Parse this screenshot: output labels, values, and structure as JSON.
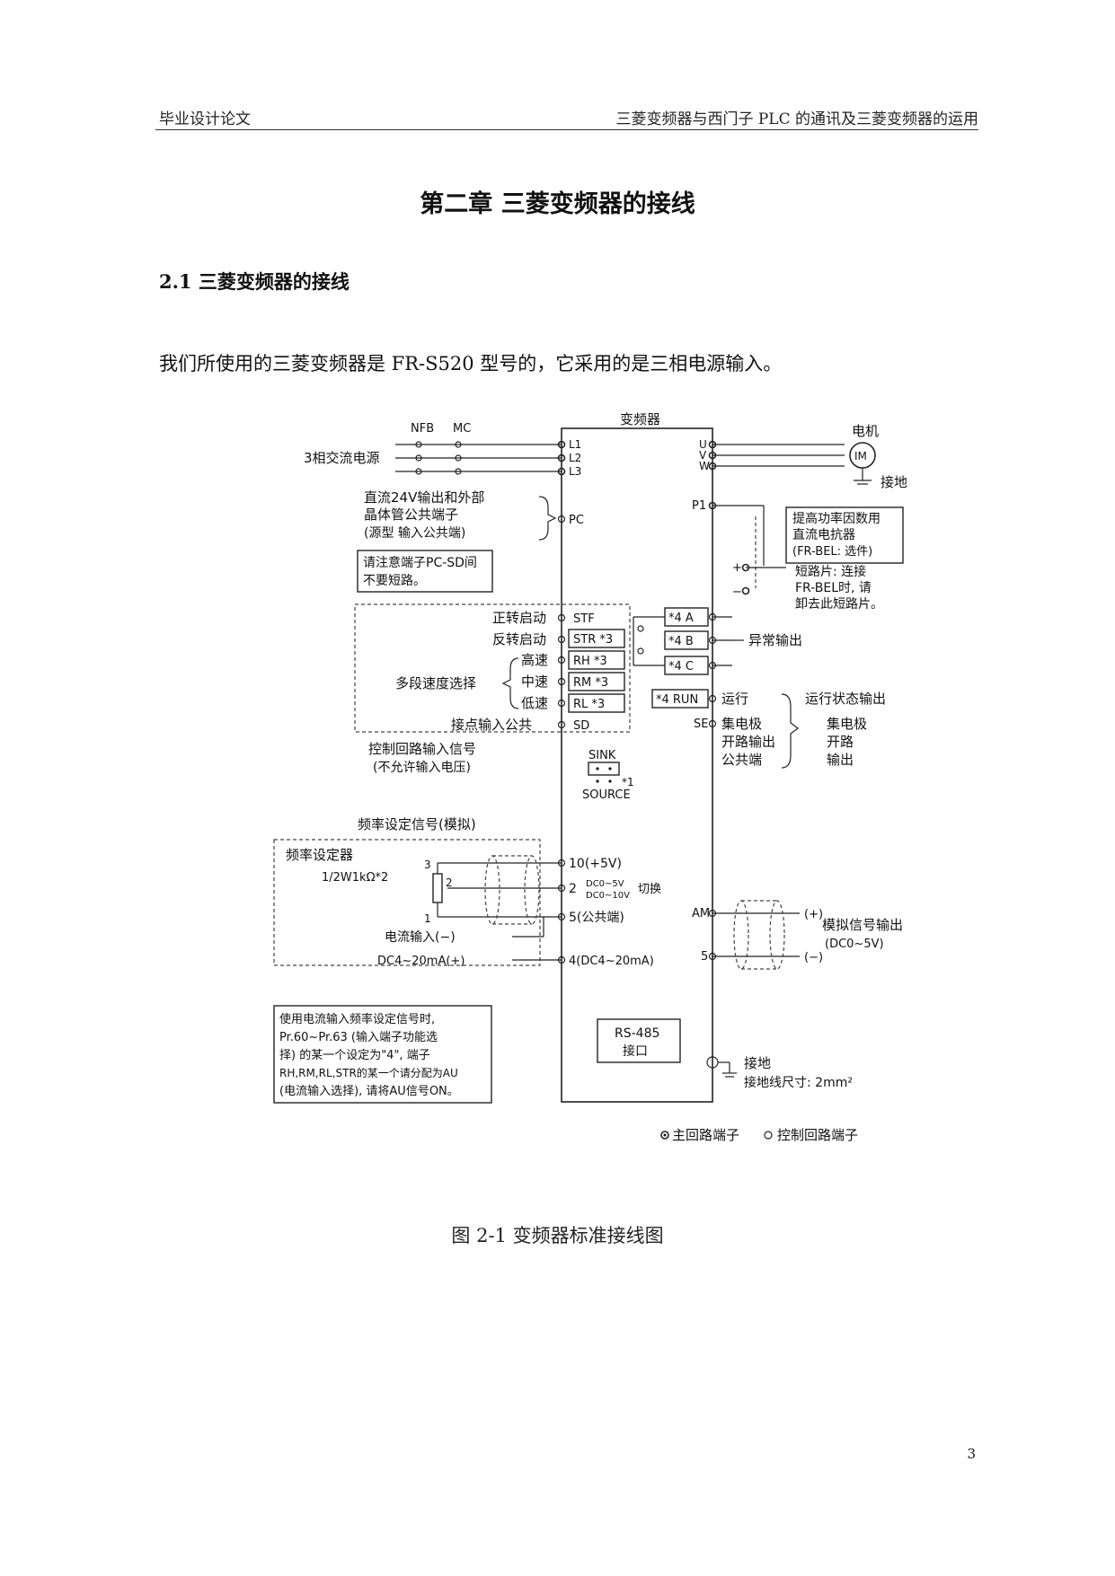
{
  "header": {
    "left": "毕业设计论文",
    "right": "三菱变频器与西门子 PLC 的通讯及三菱变频器的运用"
  },
  "chapter_title": "第二章  三菱变频器的接线",
  "section_heading": "2.1 三菱变频器的接线",
  "body_text": "我们所使用的三菱变频器是 FR-S520 型号的，它采用的是三相电源输入。",
  "figure": {
    "inverter_label": "变频器",
    "power": {
      "nfb": "NFB",
      "mc": "MC",
      "source": "3相交流电源",
      "terminals": [
        "L1",
        "L2",
        "L3"
      ]
    },
    "motor": {
      "label": "电机",
      "symbol": "IM",
      "terminals": [
        "U",
        "V",
        "W"
      ],
      "ground": "接地"
    },
    "dc_reactor": {
      "terminal_p1": "P1",
      "plus": "+",
      "minus": "−",
      "box_lines": [
        "提高功率因数用",
        "直流电抗器",
        "(FR-BEL: 选件)"
      ],
      "jumper_note": [
        "短路片: 连接",
        "FR-BEL时, 请",
        "卸去此短路片。"
      ]
    },
    "pc": {
      "terminal": "PC",
      "desc": [
        "直流24V输出和外部",
        "晶体管公共端子",
        "(源型  输入公共端)"
      ],
      "warning": [
        "请注意端子PC-SD间",
        "不要短路。"
      ]
    },
    "inputs": [
      {
        "label": "正转启动",
        "terminal": "STF"
      },
      {
        "label": "反转启动",
        "terminal": "STR  *3"
      },
      {
        "label": "高速",
        "terminal": "RH    *3"
      },
      {
        "label": "中速",
        "terminal": "RM    *3"
      },
      {
        "label": "低速",
        "terminal": "RL     *3"
      },
      {
        "label": "接点输入公共",
        "terminal": "SD"
      }
    ],
    "multispeed_label": "多段速度选择",
    "control_input": [
      "控制回路输入信号",
      "(不允许输入电压)"
    ],
    "sink_source": {
      "sink": "SINK",
      "source": "SOURCE",
      "note": "*1"
    },
    "relay": {
      "terminals": [
        "*4  A",
        "*4  B",
        "*4  C"
      ],
      "output": "异常输出"
    },
    "run_output": {
      "terminal": "*4  RUN",
      "label": "运行",
      "se": "SE",
      "se_desc": [
        "集电极",
        "开路输出",
        "公共端"
      ],
      "status": "运行状态输出",
      "status_sub": [
        "集电极",
        "开路",
        "输出"
      ]
    },
    "freq": {
      "title": "频率设定信号(模拟)",
      "setter": "频率设定器",
      "spec": "1/2W1kΩ*2",
      "pins": [
        "3",
        "2",
        "1"
      ],
      "t10": "10(+5V)",
      "t2": "2",
      "range": [
        "DC0~5V",
        "DC0~10V"
      ],
      "switch": "切换",
      "t5": "5(公共端)",
      "current_in": "电流输入(−)",
      "dc420": "DC4~20mA(+)",
      "t4": "4(DC4~20mA)"
    },
    "analog_out": {
      "am": "AM",
      "five": "5",
      "plus": "(+)",
      "minus": "(−)",
      "label": "模拟信号输出",
      "range": "(DC0~5V)"
    },
    "rs485": [
      "RS-485",
      "接口"
    ],
    "ground": {
      "label": "接地",
      "size": "接地线尺寸: 2mm²"
    },
    "note": [
      "使用电流输入频率设定信号时,",
      "Pr.60~Pr.63 (输入端子功能选",
      "择) 的某一个设定为\"4\", 端子",
      "RH,RM,RL,STR的某一个请分配为AU",
      "(电流输入选择), 请将AU信号ON。"
    ],
    "legend": {
      "main": "主回路端子",
      "control": "控制回路端子"
    }
  },
  "figure_caption": "图 2-1  变频器标准接线图",
  "page_number": "3"
}
